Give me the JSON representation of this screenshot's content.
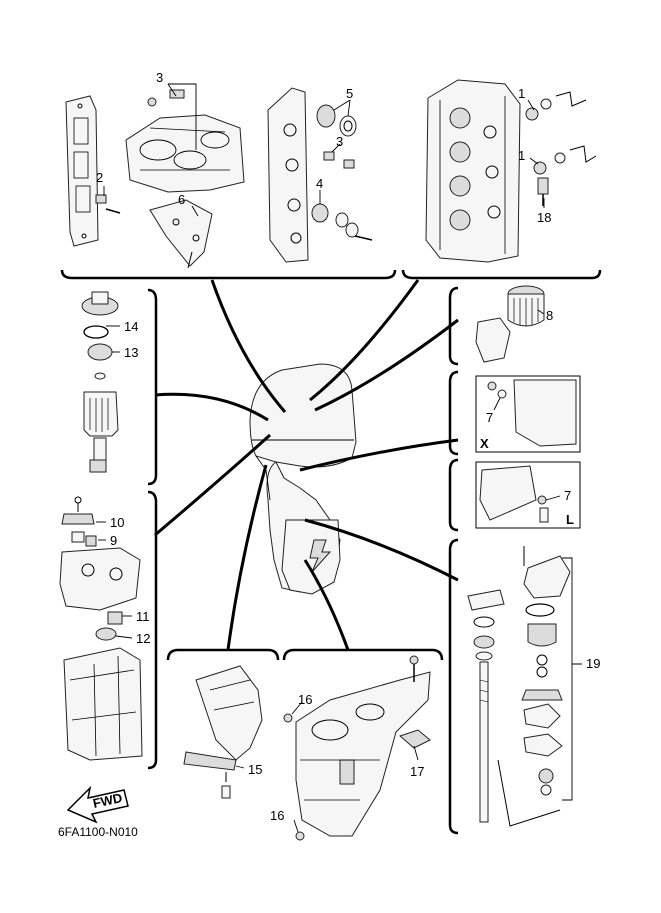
{
  "drawing_code": "6FA1100-N010",
  "fwd_label": "FWD",
  "callouts": {
    "c1a": "1",
    "c1b": "1",
    "c2": "2",
    "c3a": "3",
    "c3b": "3",
    "c4": "4",
    "c5": "5",
    "c6": "6",
    "c7a": "7",
    "c7b": "7",
    "c8": "8",
    "c9": "9",
    "c10": "10",
    "c11": "11",
    "c12": "12",
    "c13": "13",
    "c14": "14",
    "c15": "15",
    "c16a": "16",
    "c16b": "16",
    "c17": "17",
    "c18": "18",
    "c19": "19"
  },
  "variant_labels": {
    "x": "X",
    "l": "L"
  }
}
